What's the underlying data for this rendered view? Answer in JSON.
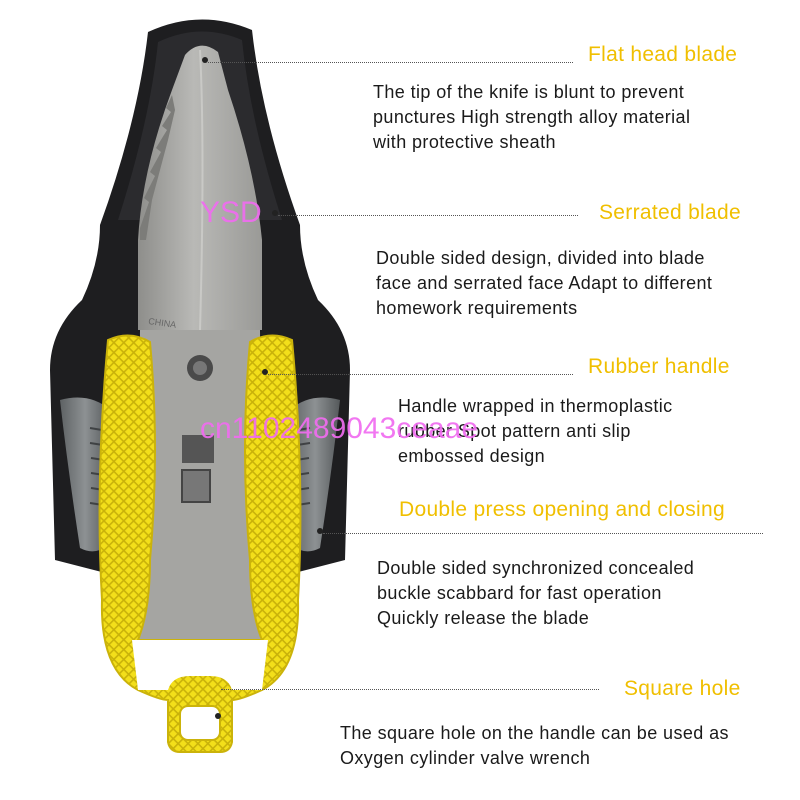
{
  "features": [
    {
      "title": "Flat head blade",
      "lines": [
        "The tip of the knife is blunt to prevent",
        "punctures High strength alloy material",
        "with protective sheath"
      ]
    },
    {
      "title": "Serrated blade",
      "lines": [
        "Double sided design, divided into blade",
        "face and serrated face Adapt to different",
        "homework requirements"
      ]
    },
    {
      "title": "Rubber handle",
      "lines": [
        "Handle wrapped in thermoplastic",
        "rubber Spot pattern anti slip",
        "embossed design"
      ]
    },
    {
      "title": "Double press opening and closing",
      "lines": [
        "Double sided synchronized concealed",
        "buckle scabbard for fast operation",
        "Quickly release the blade"
      ]
    },
    {
      "title": "Square hole",
      "lines": [
        "The square hole on the handle can be used as",
        "Oxygen cylinder valve wrench"
      ]
    }
  ],
  "blade_stamp": "CHINA",
  "watermarks": [
    "YSD",
    "cn1102489043ceaae"
  ],
  "colors": {
    "title": "#f0bf00",
    "handle": "#f4e01c",
    "blade": "#a9a9a6",
    "sheath": "#1e1e20",
    "watermark": "#f06cf0"
  }
}
